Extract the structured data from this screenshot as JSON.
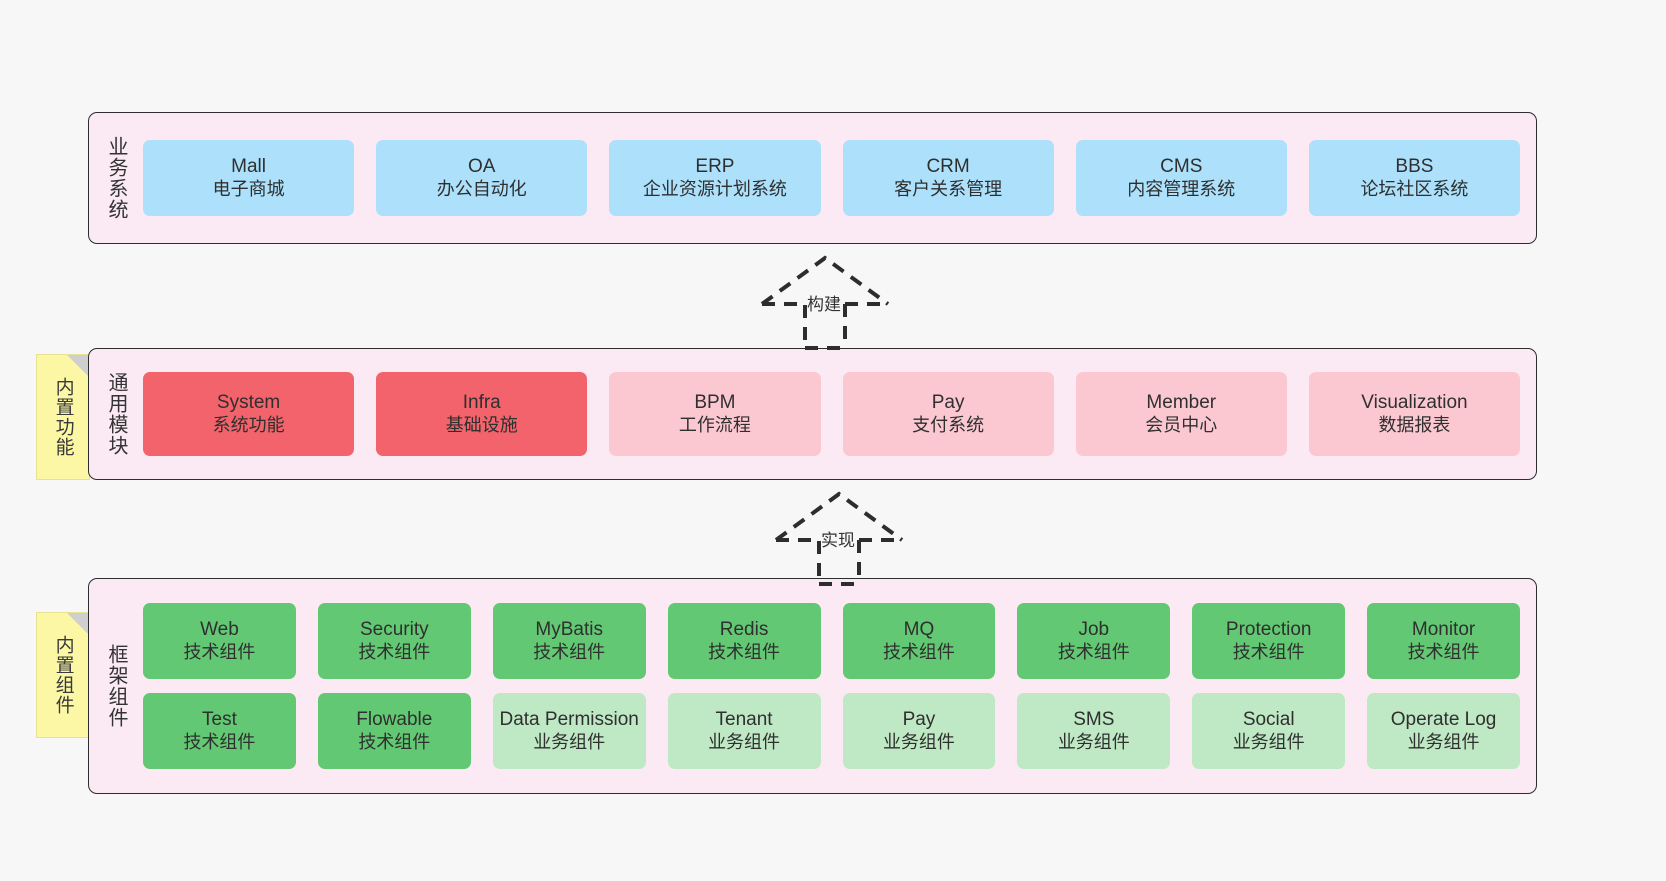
{
  "diagram": {
    "background_color": "#f7f7f7",
    "panel_color": "#fbeaf4",
    "panel_border_color": "#2d2d2d",
    "note_color": "#fbf7a5"
  },
  "notes": [
    {
      "name": "builtin-features-note",
      "text": "内置功能"
    },
    {
      "name": "builtin-components-note",
      "text": "内置组件"
    }
  ],
  "layers": [
    {
      "id": "business-systems",
      "title": "业务系统",
      "rows": [
        {
          "cards": [
            {
              "name": "mall",
              "t1": "Mall",
              "t2": "电子商城",
              "color": "#ace0fb"
            },
            {
              "name": "oa",
              "t1": "OA",
              "t2": "办公自动化",
              "color": "#ace0fb"
            },
            {
              "name": "erp",
              "t1": "ERP",
              "t2": "企业资源计划系统",
              "color": "#ace0fb"
            },
            {
              "name": "crm",
              "t1": "CRM",
              "t2": "客户关系管理",
              "color": "#ace0fb"
            },
            {
              "name": "cms",
              "t1": "CMS",
              "t2": "内容管理系统",
              "color": "#ace0fb"
            },
            {
              "name": "bbs",
              "t1": "BBS",
              "t2": "论坛社区系统",
              "color": "#ace0fb"
            }
          ]
        }
      ]
    },
    {
      "id": "common-modules",
      "title": "通用模块",
      "rows": [
        {
          "cards": [
            {
              "name": "system",
              "t1": "System",
              "t2": "系统功能",
              "color": "#f3636b"
            },
            {
              "name": "infra",
              "t1": "Infra",
              "t2": "基础设施",
              "color": "#f3636b"
            },
            {
              "name": "bpm",
              "t1": "BPM",
              "t2": "工作流程",
              "color": "#fbc8d2"
            },
            {
              "name": "pay",
              "t1": "Pay",
              "t2": "支付系统",
              "color": "#fbc8d2"
            },
            {
              "name": "member",
              "t1": "Member",
              "t2": "会员中心",
              "color": "#fbc8d2"
            },
            {
              "name": "visualization",
              "t1": "Visualization",
              "t2": "数据报表",
              "color": "#fbc8d2"
            }
          ]
        }
      ]
    },
    {
      "id": "framework-components",
      "title": "框架组件",
      "rows": [
        {
          "cards": [
            {
              "name": "web",
              "t1": "Web",
              "t2": "技术组件",
              "color": "#63c873"
            },
            {
              "name": "security",
              "t1": "Security",
              "t2": "技术组件",
              "color": "#63c873"
            },
            {
              "name": "mybatis",
              "t1": "MyBatis",
              "t2": "技术组件",
              "color": "#63c873"
            },
            {
              "name": "redis",
              "t1": "Redis",
              "t2": "技术组件",
              "color": "#63c873"
            },
            {
              "name": "mq",
              "t1": "MQ",
              "t2": "技术组件",
              "color": "#63c873"
            },
            {
              "name": "job",
              "t1": "Job",
              "t2": "技术组件",
              "color": "#63c873"
            },
            {
              "name": "protection",
              "t1": "Protection",
              "t2": "技术组件",
              "color": "#63c873"
            },
            {
              "name": "monitor",
              "t1": "Monitor",
              "t2": "技术组件",
              "color": "#63c873"
            }
          ]
        },
        {
          "cards": [
            {
              "name": "test",
              "t1": "Test",
              "t2": "技术组件",
              "color": "#63c873"
            },
            {
              "name": "flowable",
              "t1": "Flowable",
              "t2": "技术组件",
              "color": "#63c873"
            },
            {
              "name": "data-permission",
              "t1": "Data Permission",
              "t2": "业务组件",
              "color": "#bfe8c4"
            },
            {
              "name": "tenant",
              "t1": "Tenant",
              "t2": "业务组件",
              "color": "#bfe8c4"
            },
            {
              "name": "pay-component",
              "t1": "Pay",
              "t2": "业务组件",
              "color": "#bfe8c4"
            },
            {
              "name": "sms",
              "t1": "SMS",
              "t2": "业务组件",
              "color": "#bfe8c4"
            },
            {
              "name": "social",
              "t1": "Social",
              "t2": "业务组件",
              "color": "#bfe8c4"
            },
            {
              "name": "operate-log",
              "t1": "Operate Log",
              "t2": "业务组件",
              "color": "#bfe8c4"
            }
          ]
        }
      ]
    }
  ],
  "connectors": [
    {
      "name": "build-arrow",
      "label": "构建"
    },
    {
      "name": "implement-arrow",
      "label": "实现"
    }
  ]
}
